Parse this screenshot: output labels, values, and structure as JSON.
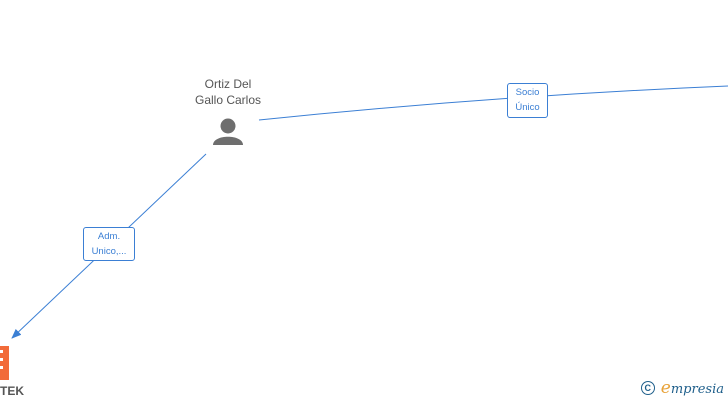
{
  "person": {
    "name_line1": "Ortiz Del",
    "name_line2": "Gallo Carlos",
    "icon": "person-icon"
  },
  "edges": [
    {
      "id": "socio",
      "label_line1": "Socio",
      "label_line2": "Único"
    },
    {
      "id": "adm",
      "label_line1": "Adm.",
      "label_line2": "Unico,..."
    }
  ],
  "company": {
    "name": "TEK",
    "icon": "building-icon"
  },
  "footer": {
    "copyright_symbol": "C",
    "brand_first": "e",
    "brand_rest": "mpresia"
  },
  "colors": {
    "edge": "#3b7fd4",
    "person_icon": "#6e6e6e",
    "company_icon": "#f26b3a",
    "text": "#555555",
    "brand": "#1f5f8b",
    "brand_accent": "#e8a33a"
  }
}
